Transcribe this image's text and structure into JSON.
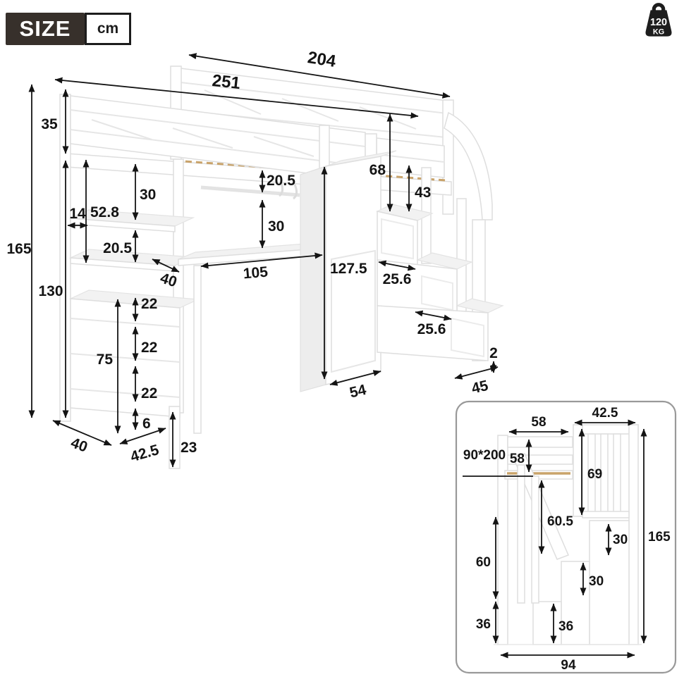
{
  "header": {
    "size_label": "SIZE",
    "unit_label": "cm",
    "weight_capacity": "120",
    "weight_unit": "KG"
  },
  "main_diagram": {
    "dims": {
      "bed_length_top": "204",
      "total_length": "251",
      "guardrail_height": "35",
      "total_height": "165",
      "underbed_height": "130",
      "shelf_support_depth": "14",
      "shelf_section_height": "52.8",
      "shelf_gap_upper": "30",
      "shelf_gap_lower": "20.5",
      "shelf_depth": "40",
      "deck_to_rod": "20.5",
      "rod_to_desk": "30",
      "desk_length": "105",
      "wardrobe_height": "127.5",
      "rail_to_top_step": "68",
      "guard_above_stairs": "43",
      "step_depth_upper": "25.6",
      "step_depth_lower": "25.6",
      "base_gap": "2",
      "staircase_depth": "45",
      "wardrobe_depth": "54",
      "drawer_unit_height": "75",
      "drawer_height_1": "22",
      "drawer_height_2": "22",
      "drawer_height_3": "22",
      "plinth_height": "6",
      "drawer_unit_width": "40",
      "drawer_unit_depth": "42.5",
      "leg_height": "23"
    }
  },
  "inset_diagram": {
    "mattress_size": "90*200",
    "dims": {
      "headboard_width": "58",
      "rail_to_slats": "58",
      "stair_guard_width": "42.5",
      "stair_guard_height": "69",
      "slats_to_step": "60.5",
      "side_upper": "60",
      "side_lower": "36",
      "step_rise_upper": "30",
      "step_rise_middle": "30",
      "step_rise_lower": "36",
      "total_depth": "94",
      "total_height": "165"
    }
  }
}
